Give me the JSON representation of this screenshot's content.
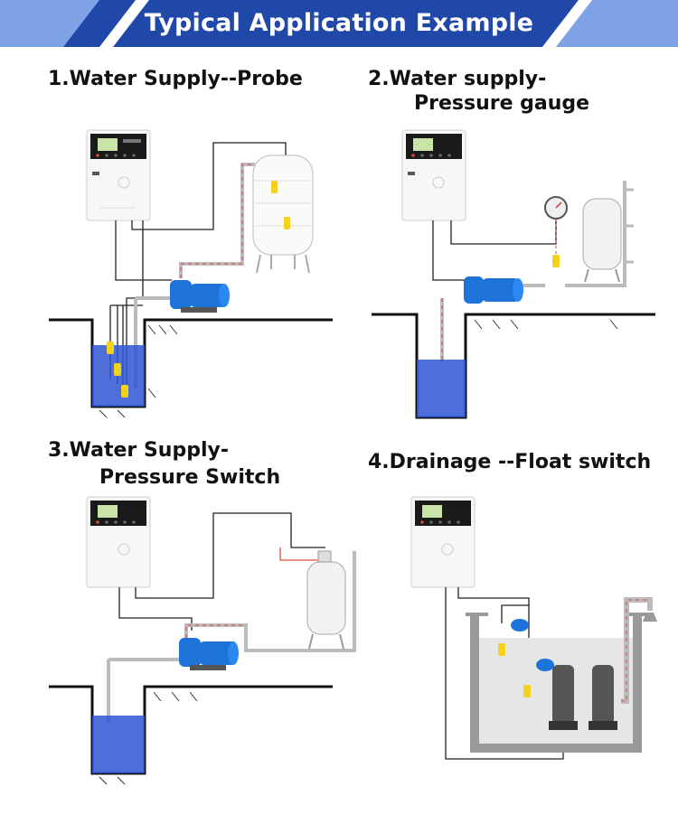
{
  "header": {
    "title": "Typical Application Example",
    "color_primary": "#2048a8",
    "color_secondary": "#5b84d6"
  },
  "examples": [
    {
      "title_line1": "1.Water Supply--Probe",
      "title_line2": ""
    },
    {
      "title_line1": "2.Water supply-",
      "title_line2": "Pressure gauge"
    },
    {
      "title_line1": "3.Water Supply-",
      "title_line2": "Pressure Switch"
    },
    {
      "title_line1": "4.Drainage --Float switch",
      "title_line2": ""
    }
  ],
  "colors": {
    "water": "#2f55d4",
    "pump_blue": "#1e73d8",
    "float_yellow": "#f2d21b",
    "pipe_red": "#e04a3a",
    "ground": "#111111"
  }
}
